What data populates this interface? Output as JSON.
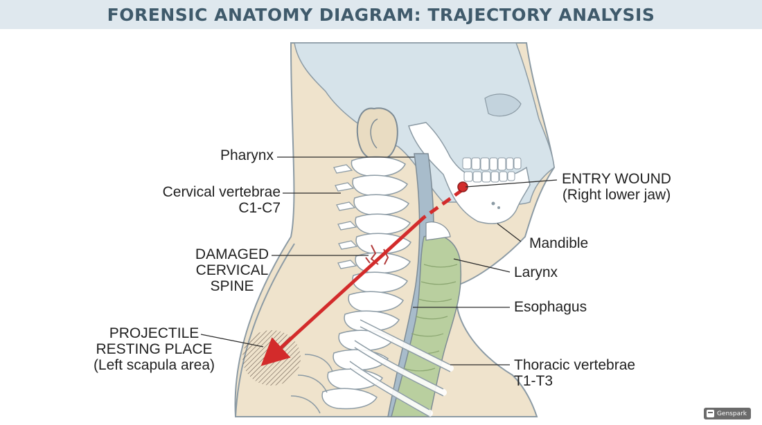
{
  "title": "FORENSIC ANATOMY DIAGRAM: TRAJECTORY ANALYSIS",
  "labels": {
    "pharynx": "Pharynx",
    "cervical_line1": "Cervical vertebrae",
    "cervical_line2": "C1-C7",
    "damaged_line1": "DAMAGED",
    "damaged_line2": "CERVICAL",
    "damaged_line3": "SPINE",
    "projectile_line1": "PROJECTILE",
    "projectile_line2": "RESTING PLACE",
    "projectile_line3": "(Left scapula area)",
    "entry_line1": "ENTRY WOUND",
    "entry_line2": "(Right lower jaw)",
    "mandible": "Mandible",
    "larynx": "Larynx",
    "esophagus": "Esophagus",
    "thoracic_line1": "Thoracic vertebrae",
    "thoracic_line2": "T1-T3"
  },
  "badge": {
    "text": "Genspark"
  },
  "colors": {
    "title_bg": "#dfe8ee",
    "title_text": "#3f5a6b",
    "skin": "#efe3cc",
    "bone": "#ffffff",
    "skull_shade": "#d6e3ea",
    "trachea": "#b9cf9f",
    "esophagus": "#a8bccb",
    "trajectory": "#d32b2b"
  }
}
